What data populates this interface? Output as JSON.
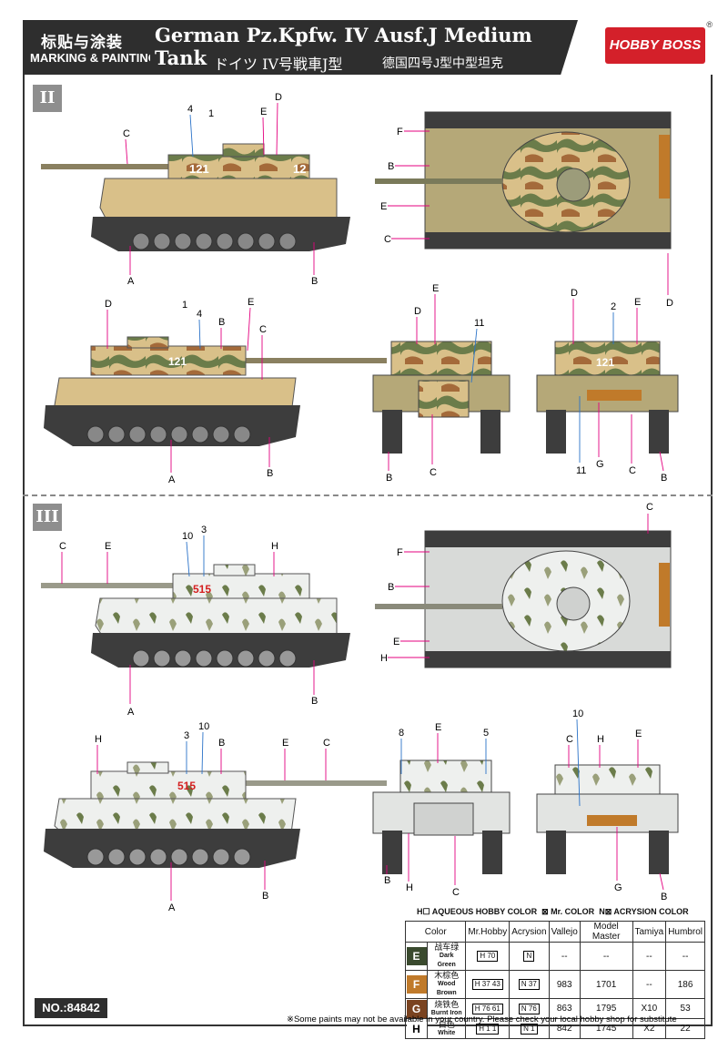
{
  "header": {
    "title_cn": "标贴与涂装",
    "title_en": "MARKING & PAINTING",
    "main_title": "German Pz.Kpfw. IV Ausf.J Medium Tank",
    "subtitle_jp": "ドイツ IV号戦車J型",
    "subtitle_cn": "德国四号J型中型坦克",
    "logo_text": "HOBBY BOSS",
    "logo_mark": "®"
  },
  "sections": [
    {
      "label": "II"
    },
    {
      "label": "III"
    }
  ],
  "callouts": {
    "s2_left_top": [
      "C",
      "4",
      "1",
      "E",
      "D",
      "A",
      "B"
    ],
    "s2_left_bottom": [
      "D",
      "1",
      "4",
      "B",
      "E",
      "C",
      "A",
      "B"
    ],
    "s2_top_view": [
      "F",
      "B",
      "E",
      "C",
      "D"
    ],
    "s2_front": [
      "D",
      "E",
      "11",
      "B",
      "C"
    ],
    "s2_rear": [
      "D",
      "2",
      "E",
      "11",
      "G",
      "C",
      "B"
    ],
    "s3_left_top": [
      "C",
      "E",
      "10",
      "3",
      "H",
      "A",
      "B"
    ],
    "s3_left_bottom": [
      "H",
      "3",
      "10",
      "B",
      "E",
      "C",
      "A",
      "B"
    ],
    "s3_top_view": [
      "C",
      "F",
      "B",
      "E",
      "H"
    ],
    "s3_front": [
      "8",
      "E",
      "5",
      "B",
      "H",
      "C"
    ],
    "s3_rear": [
      "10",
      "C",
      "H",
      "E",
      "G",
      "B"
    ]
  },
  "markings": {
    "turret_number_ii": "121",
    "turret_number_iii": "515",
    "turret_side_ii": "12"
  },
  "legend": {
    "header_parts": [
      "H",
      "AQUEOUS HOBBY COLOR",
      "Mr. COLOR",
      "N",
      "ACRYSION COLOR"
    ],
    "columns": [
      "Color",
      "Mr.Hobby",
      "Acrysion",
      "Vallejo",
      "Model Master",
      "Tamiya",
      "Humbrol"
    ],
    "rows": [
      {
        "code": "E",
        "color": "#3a4a2e",
        "name_cn": "战车绿",
        "name_en": "Dark Green",
        "mrhobby": "H 70",
        "acrysion": "N",
        "vallejo": "--",
        "model_master": "--",
        "tamiya": "--",
        "humbrol": "--"
      },
      {
        "code": "F",
        "color": "#c07a2a",
        "name_cn": "木棕色",
        "name_en": "Wood Brown",
        "mrhobby": "H 37 43",
        "acrysion": "N 37",
        "vallejo": "983",
        "model_master": "1701",
        "tamiya": "--",
        "humbrol": "186"
      },
      {
        "code": "G",
        "color": "#7a4320",
        "name_cn": "烧铁色",
        "name_en": "Burnt Iron",
        "mrhobby": "H 76 61",
        "acrysion": "N 76",
        "vallejo": "863",
        "model_master": "1795",
        "tamiya": "X10",
        "humbrol": "53"
      },
      {
        "code": "H",
        "color": "#ffffff",
        "name_cn": "白色",
        "name_en": "White",
        "mrhobby": "H 1 1",
        "acrysion": "N 1",
        "vallejo": "842",
        "model_master": "1745",
        "tamiya": "X2",
        "humbrol": "22"
      }
    ]
  },
  "footer": {
    "code": "NO.:84842",
    "note": "※Some paints may not be available in your country. Please check your local hobby shop for substitute"
  },
  "colors": {
    "sand": "#d9c089",
    "green": "#6b7c4a",
    "brown": "#a46a3a",
    "white": "#eef0ee",
    "track": "#3d3d3d",
    "leader": "#e4007f"
  }
}
